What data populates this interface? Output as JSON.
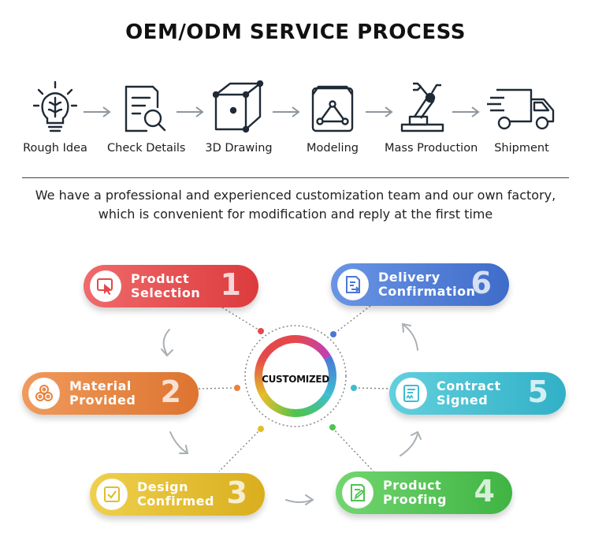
{
  "title": "OEM/ODM SERVICE PROCESS",
  "steps": [
    {
      "label": "Rough Idea",
      "icon": "brain-lightbulb-icon"
    },
    {
      "label": "Check Details",
      "icon": "document-magnifier-icon"
    },
    {
      "label": "3D Drawing",
      "icon": "cube-icon"
    },
    {
      "label": "Modeling",
      "icon": "modeling-box-icon"
    },
    {
      "label": "Mass Production",
      "icon": "robot-arm-icon"
    },
    {
      "label": "Shipment",
      "icon": "delivery-truck-icon"
    }
  ],
  "description": "We have a professional and experienced customization team and our own factory, which is convenient for modification and reply at the first time",
  "center_label": "CUSTOMIZED",
  "stages": [
    {
      "number": "1",
      "text": "Product\nSelection",
      "icon": "cursor-select-icon",
      "color": "#e5484b"
    },
    {
      "number": "2",
      "text": "Material\nProvided",
      "icon": "material-rolls-icon",
      "color": "#e8823e"
    },
    {
      "number": "3",
      "text": "Design\nConfirmed",
      "icon": "checkbox-icon",
      "color": "#e3bd2c"
    },
    {
      "number": "4",
      "text": "Product\nProofing",
      "icon": "edit-document-icon",
      "color": "#4dc44e"
    },
    {
      "number": "5",
      "text": "Contract\nSigned",
      "icon": "signed-contract-icon",
      "color": "#3fbdd0"
    },
    {
      "number": "6",
      "text": "Delivery\nConfirmation",
      "icon": "delivery-form-icon",
      "color": "#4a78d6"
    }
  ]
}
